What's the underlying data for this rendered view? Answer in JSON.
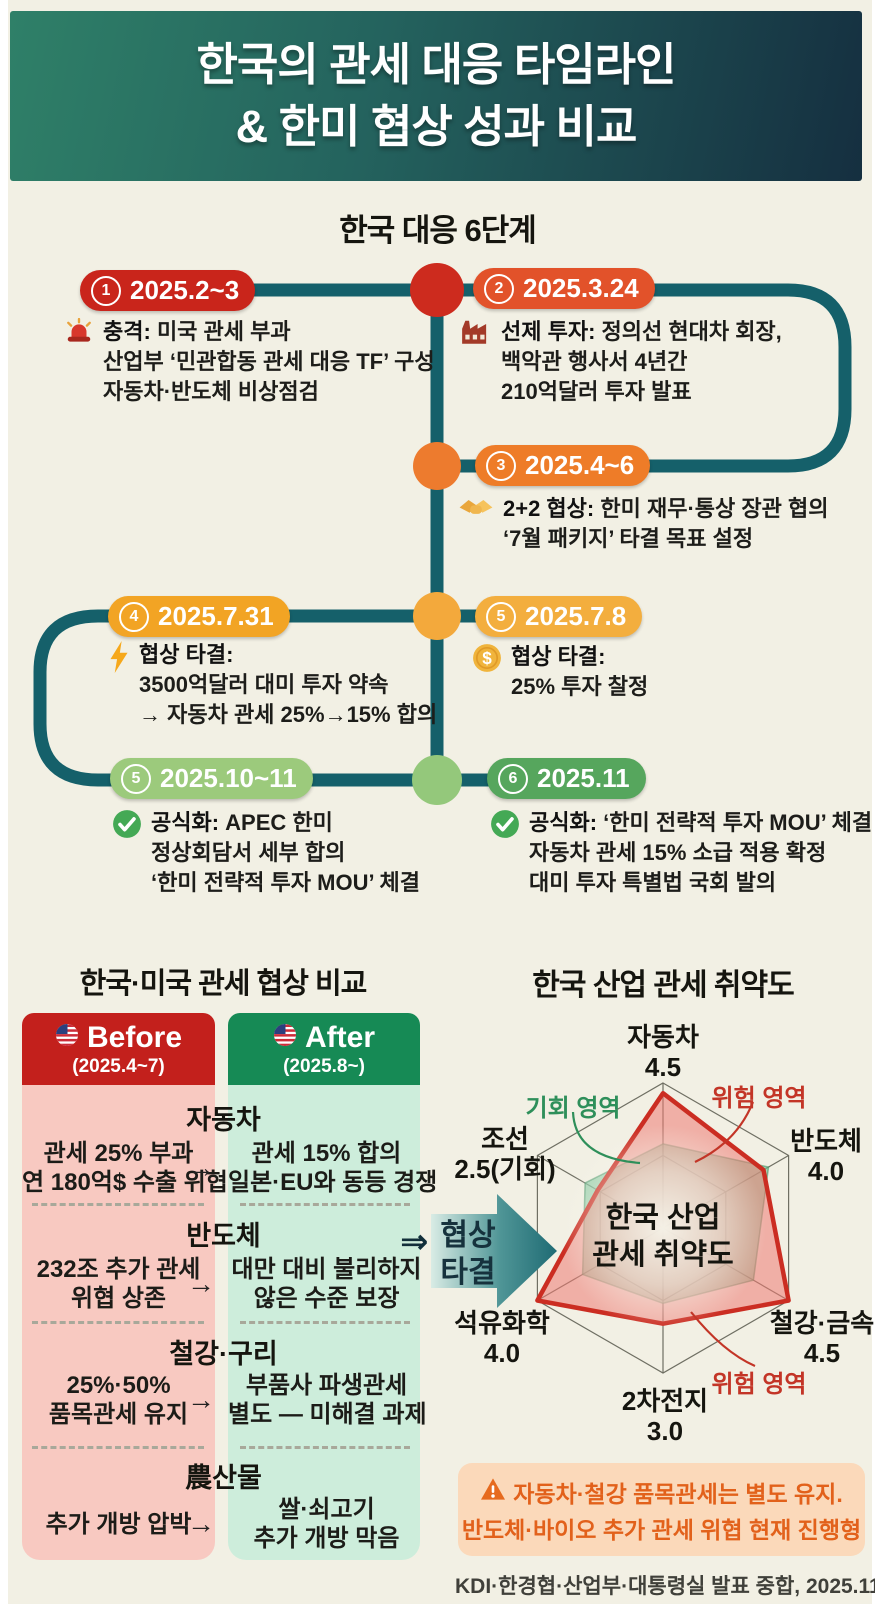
{
  "header": {
    "title_line1": "한국의 관세 대응 타임라인",
    "title_line2": "& 한미 협상 성과 비교"
  },
  "timeline": {
    "section_title": "한국 대응 6단계",
    "steps": [
      {
        "num": "1",
        "date": "2025.2~3",
        "icon": "siren-icon",
        "head": "충격:",
        "head_rest": "미국 관세 부과",
        "lines": [
          "산업부 ‘민관합동 관세 대응 TF’ 구성",
          "자동차·반도체 비상점검"
        ]
      },
      {
        "num": "2",
        "date": "2025.3.24",
        "icon": "factory-icon",
        "head": "선제 투자:",
        "head_rest": "정의선 현대차 회장,",
        "lines": [
          "백악관 행사서 4년간",
          "210억달러 투자 발표"
        ]
      },
      {
        "num": "3",
        "date": "2025.4~6",
        "icon": "handshake-icon",
        "head": "2+2 협상:",
        "head_rest": "한미 재무·통상 장관 협의",
        "lines": [
          "‘7월 패키지’ 타결 목표 설정"
        ]
      },
      {
        "num": "4",
        "date": "2025.7.31",
        "icon": "bolt-icon",
        "head": "협상 타결:",
        "head_rest": "",
        "lines": [
          "3500억달러 대미 투자 약속",
          "→ 자동차 관세 25%→15% 합의"
        ]
      },
      {
        "num": "5",
        "date": "2025.7.8",
        "icon": "dollar-coin-icon",
        "head": "협상 타결:",
        "head_rest": "",
        "lines": [
          "25% 투자 찰정"
        ]
      },
      {
        "num": "5",
        "date": "2025.10~11",
        "icon": "check-icon",
        "head": "공식화:",
        "head_rest": "APEC 한미",
        "lines": [
          "정상회담서 세부 합의",
          "‘한미 전략적 투자 MOU’ 체결"
        ]
      },
      {
        "num": "6",
        "date": "2025.11",
        "icon": "check-icon",
        "head": "공식화:",
        "head_rest": "‘한미 전략적 투자 MOU’ 체결",
        "lines": [
          "자동차 관세 15% 소급 적용 확정",
          "대미 투자 특별법 국회 발의"
        ]
      }
    ]
  },
  "comparison": {
    "title": "한국·미국 관세 협상 비교",
    "before": {
      "label": "Before",
      "period": "(2025.4~7)",
      "flag": "us-flag-icon",
      "color": "#c3201c"
    },
    "after": {
      "label": "After",
      "period": "(2025.8~)",
      "flag": "us-flag-icon",
      "color": "#168a55"
    },
    "arrow": "→",
    "rows": [
      {
        "category": "자동차",
        "before": [
          "관세 25% 부과",
          "연 180억$ 수출 위협"
        ],
        "after": [
          "관세 15% 합의",
          "일본·EU와 동등 경쟁"
        ]
      },
      {
        "category": "반도체",
        "before": [
          "232조 추가 관세",
          "위협 상존"
        ],
        "after": [
          "대만 대비 불리하지",
          "않은 수준 보장"
        ]
      },
      {
        "category": "철강·구리",
        "before": [
          "25%·50%",
          "품목관세 유지"
        ],
        "after": [
          "부품사 파생관세",
          "별도 — 미해결 과제"
        ]
      },
      {
        "category": "農산물",
        "before": [
          "추가 개방 압박"
        ],
        "after": [
          "쌀·쇠고기",
          "추가 개방 막음"
        ]
      }
    ],
    "result_arrow": {
      "symbol": "⇒",
      "line1": "협상",
      "line2": "타결"
    }
  },
  "chart_data": {
    "type": "radar",
    "title": "한국 산업 관세 취약도",
    "center_label": [
      "한국 산업",
      "관세 취약도"
    ],
    "scale_max": 5,
    "grid_levels": [
      5,
      2.5
    ],
    "axes": [
      {
        "label": "자동차",
        "value_label": "4.5",
        "value": 4.5
      },
      {
        "label": "반도체",
        "value_label": "4.0",
        "value": 4.0
      },
      {
        "label": "철강·금속",
        "value_label": "4.5",
        "value": 4.5
      },
      {
        "label": "2차전지",
        "value_label": "3.0",
        "value": 3.0
      },
      {
        "label": "석유화학",
        "value_label": "4.0",
        "value": 4.0
      },
      {
        "label": "조선",
        "value_label": "2.5(기회)",
        "value": 2.5
      }
    ],
    "series": [
      {
        "name": "위험 영역",
        "color": "#cb2d22",
        "values": [
          4.65,
          4.0,
          5.0,
          3.3,
          5.0,
          2.6
        ]
      },
      {
        "name": "기회 영역",
        "color": "#57a878",
        "values": [
          2.9,
          4.2,
          3.6,
          2.6,
          3.2,
          3.1
        ]
      }
    ],
    "annotations": {
      "opportunity": "기회 영역",
      "danger_top": "위험 영역",
      "danger_bottom": "위험 영역"
    }
  },
  "warning": {
    "line1": "자동차·철강 품목관세는 별도 유지.",
    "line2": "반도체·바이오 추가 관세 위협 현재 진행형"
  },
  "source": "KDI·한경협·산업부·대통령실 발표 중합, 2025.11"
}
